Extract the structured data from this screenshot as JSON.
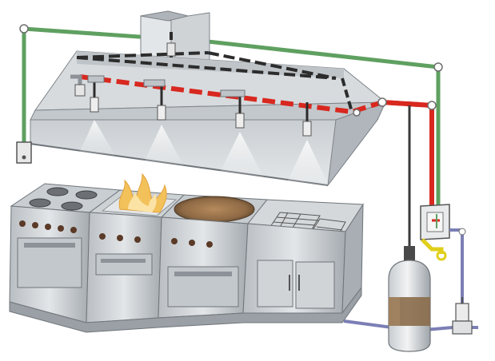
{
  "colors": {
    "background": "#ffffff",
    "detection_line": "#5fa060",
    "agent_line": "#d8281f",
    "gas_line": "#7b7fb4",
    "control_line": "#e0cf1a",
    "fire": "#f3c15a",
    "steel_light": "#d9dde0",
    "steel_mid": "#b7bcc1",
    "steel_dark": "#8c9297",
    "tank_band": "#8a6b4a"
  },
  "components": [
    {
      "id": "hood",
      "icon": "exhaust-hood"
    },
    {
      "id": "duct",
      "icon": "exhaust-duct"
    },
    {
      "id": "pull-station",
      "icon": "manual-pull-station-icon"
    },
    {
      "id": "control-box",
      "icon": "release-control-box-icon"
    },
    {
      "id": "agent-tank",
      "icon": "extinguishing-agent-cylinder-icon"
    },
    {
      "id": "gas-valve",
      "icon": "gas-shutoff-valve-icon"
    },
    {
      "id": "nozzles",
      "icon": "discharge-nozzle-icon",
      "count": 4
    },
    {
      "id": "range",
      "icon": "range-with-burners"
    },
    {
      "id": "griddle",
      "icon": "griddle-with-fire"
    },
    {
      "id": "wok",
      "icon": "wok-range"
    },
    {
      "id": "fryer",
      "icon": "deep-fryer"
    }
  ]
}
